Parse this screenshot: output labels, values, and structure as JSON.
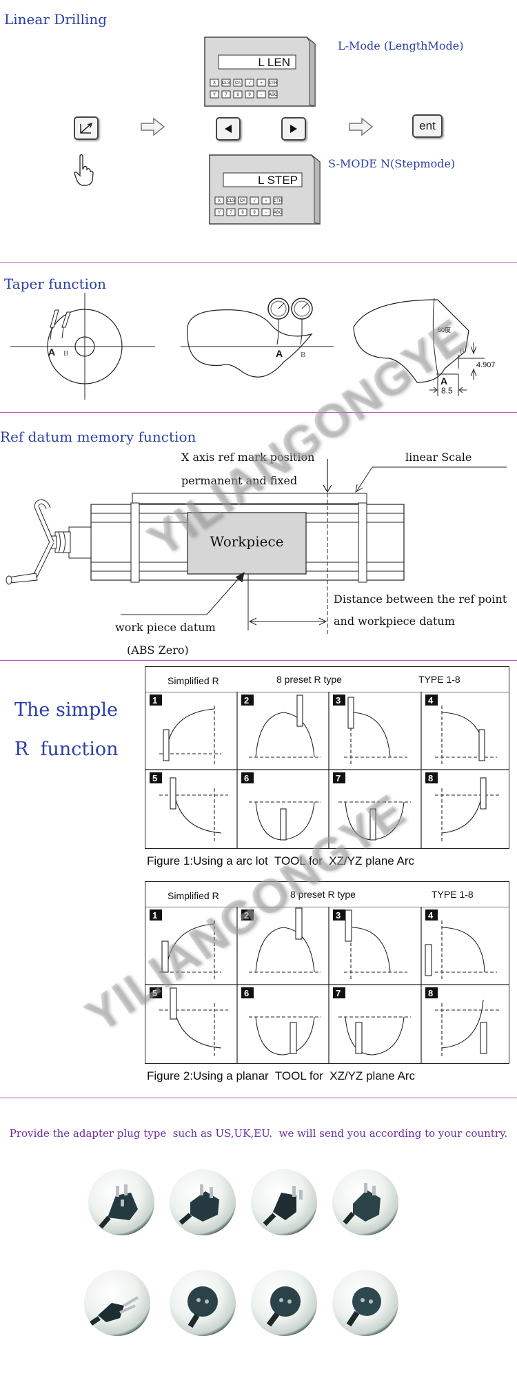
{
  "linear_drilling": {
    "heading": "Linear Drilling",
    "l_mode_label": "L-Mode (LengthMode)",
    "s_mode_label": "S-MODE N(Stepmode)",
    "lcd_top": "L LEN",
    "lcd_bottom": "L STEP",
    "keys_row1": [
      "X",
      "CLS",
      "CA",
      "√",
      "+",
      "CTR"
    ],
    "keys_row2": [
      "Y",
      "7",
      "8",
      "9",
      "−",
      "ABC"
    ],
    "ent_label": "ent",
    "left_arrow_icon": "triangle-left-icon",
    "right_arrow_icon": "triangle-right-icon"
  },
  "taper": {
    "heading": "Taper function",
    "point_a": "A",
    "point_b": "B",
    "angle": "60度",
    "dim_vertical": "4.907",
    "dim_horizontal": "8.5"
  },
  "ref_datum": {
    "heading": "Ref datum memory function",
    "x_axis_line1": "X axis ref mark position",
    "x_axis_line2": "permanent and fixed",
    "linear_scale": "linear Scale",
    "workpiece": "Workpiece",
    "datum_line1": "work piece datum",
    "datum_line2": "(ABS Zero)",
    "distance_line1": "Distance between the ref point",
    "distance_line2": "and workpiece datum"
  },
  "simple_r": {
    "heading_line1": "The simple",
    "heading_line2": "R  function",
    "table_headers": [
      "Simplified R",
      "8 preset R type",
      "TYPE 1-8"
    ],
    "cell_numbers": [
      "1",
      "2",
      "3",
      "4",
      "5",
      "6",
      "7",
      "8"
    ],
    "figure1_caption": "Figure 1:Using a arc lot  TOOL for  XZ/YZ plane Arc",
    "figure2_caption": "Figure 2:Using a planar  TOOL for  XZ/YZ plane Arc"
  },
  "adapter": {
    "text": "Provide the adapter plug type  such as US,UK,EU.  we will send you according to your country."
  },
  "watermark": "YILIANGONGYE",
  "colors": {
    "heading_blue": "#2a3fa8",
    "divider_magenta": "#c24bb5",
    "adapter_purple": "#6a2aa0"
  }
}
